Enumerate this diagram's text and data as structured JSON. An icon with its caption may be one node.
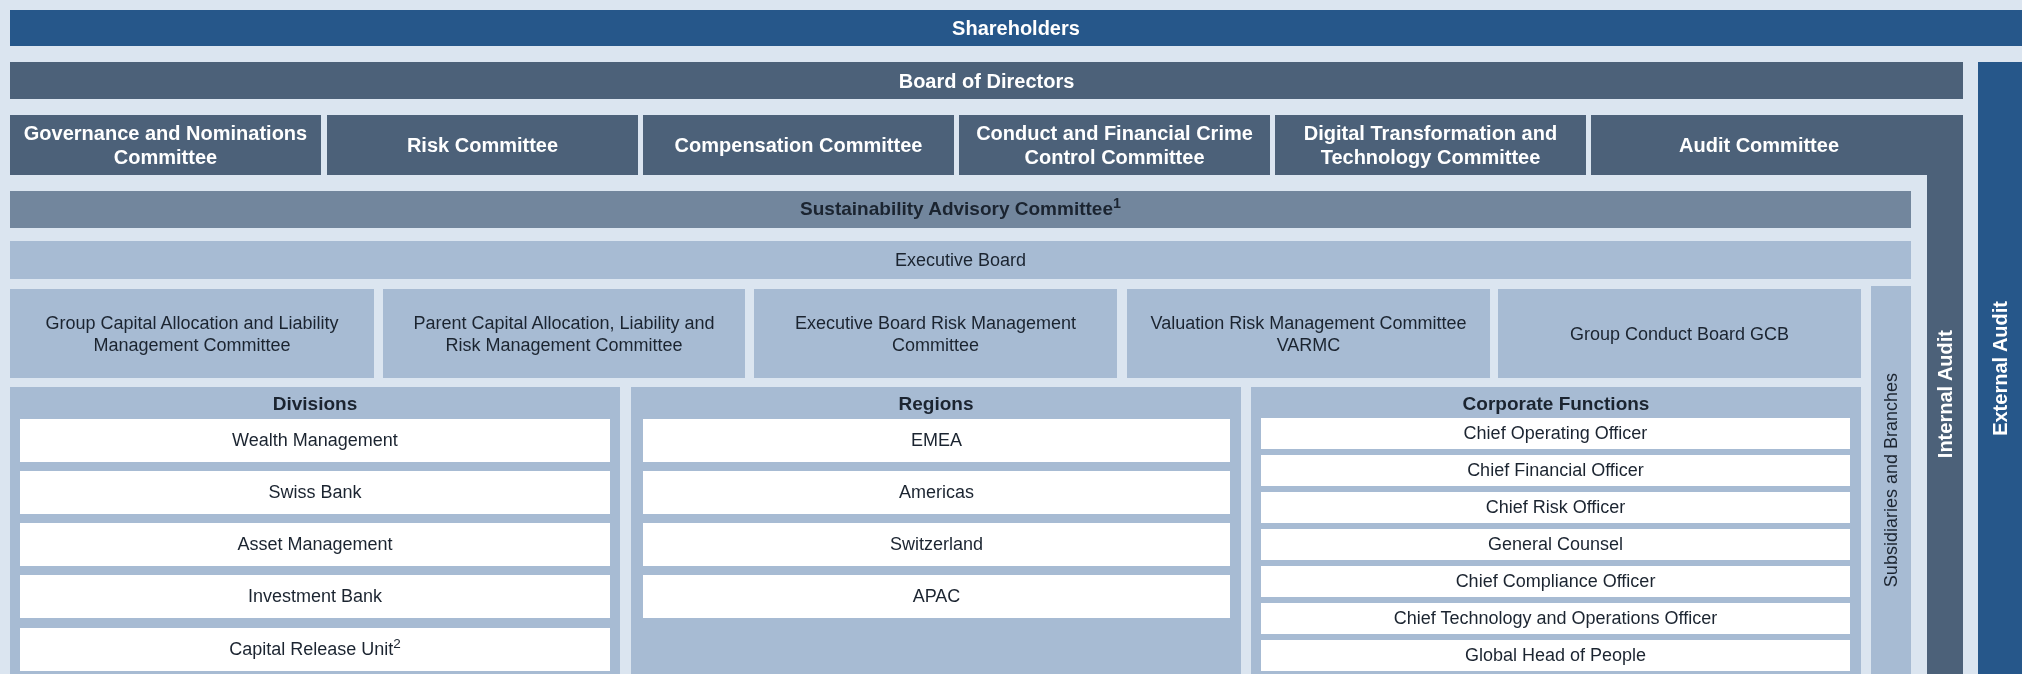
{
  "diagram": {
    "nodes": [
      {
        "text": [
          "Shareholders"
        ]
      },
      {
        "text": [
          "External Audit"
        ]
      },
      {
        "text": [
          "Board of Directors"
        ]
      },
      {
        "text": [
          "Internal Audit"
        ]
      },
      {
        "text": [
          "Governance and Nominations Committee"
        ]
      },
      {
        "text": [
          "Risk Committee"
        ]
      },
      {
        "text": [
          "Compensation Committee"
        ]
      },
      {
        "text": [
          "Conduct and Financial Crime Control Committee"
        ]
      },
      {
        "text": [
          "Digital Transformation and Technology Committee"
        ]
      },
      {
        "text": [
          "Audit Committee"
        ]
      },
      {
        "text": [
          "Sustainability Advisory Committee$^{1}$"
        ]
      },
      {
        "text": [
          "Executive Board"
        ]
      },
      {
        "text": [
          "Subsidiaries and Branches"
        ]
      },
      {
        "text": [
          "Group Capital Allocation and Liability Management Committee"
        ]
      },
      {
        "text": [
          "Parent Capital Allocation, Liability and Risk Management Committee"
        ]
      },
      {
        "text": [
          "Executive Board Risk Management Committee"
        ]
      },
      {
        "text": [
          "Valuation Risk Management Committee VARMC"
        ]
      },
      {
        "text": [
          "Group Conduct Board GCB"
        ]
      },
      {
        "text": [
          "Divisions"
        ]
      },
      {
        "text": [
          "Wealth Management"
        ],
        "in": 18
      },
      {
        "text": [
          "Swiss Bank"
        ],
        "in": 18
      },
      {
        "text": [
          "Asset Management"
        ],
        "in": 18
      },
      {
        "text": [
          "Investment Bank"
        ],
        "in": 18
      },
      {
        "text": [
          "Capital Release Unit$^{2}$"
        ],
        "in": 18
      },
      {
        "text": [
          "Regions"
        ]
      },
      {
        "text": [
          "EMEA"
        ],
        "in": 24
      },
      {
        "text": [
          "Americas"
        ],
        "in": 24
      },
      {
        "text": [
          "Switzerland"
        ],
        "in": 24
      },
      {
        "text": [
          "APAC"
        ],
        "in": 24
      },
      {
        "text": [
          "Corporate Functions"
        ]
      },
      {
        "text": [
          "Chief Operating Officer"
        ],
        "in": 29
      },
      {
        "text": [
          "Chief Financial Officer"
        ],
        "in": 29
      },
      {
        "text": [
          "Chief Risk Officer"
        ],
        "in": 29
      },
      {
        "text": [
          "General Counsel"
        ],
        "in": 29
      },
      {
        "text": [
          "Chief Compliance Officer"
        ],
        "in": 29
      },
      {
        "text": [
          "Chief Technology and Operations Officer"
        ],
        "in": 29
      },
      {
        "text": [
          "Global Head of People"
        ],
        "in": 29
      }
    ]
  }
}
